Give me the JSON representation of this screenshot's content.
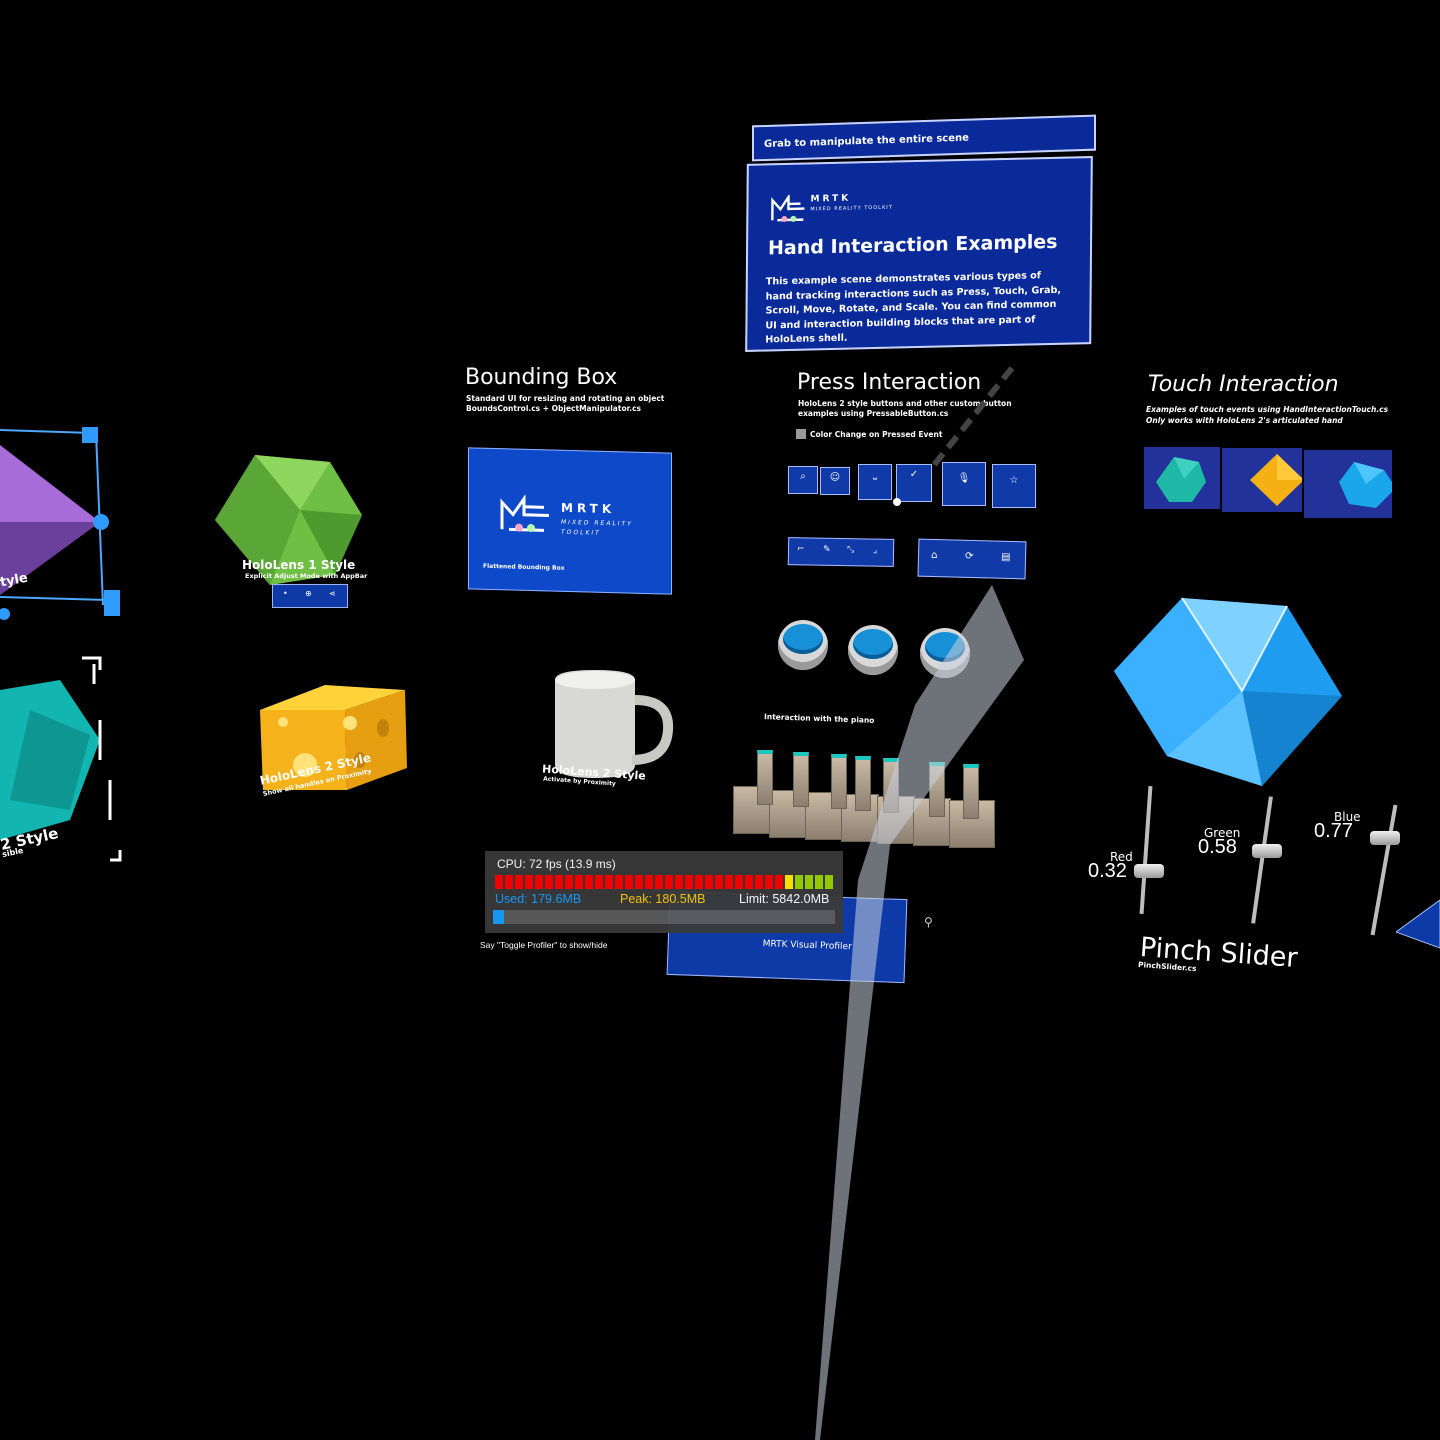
{
  "scene": {
    "grab_bar": "Grab to manipulate the entire scene",
    "intro": {
      "logo_word": "MRTK",
      "logo_sub": "MIXED REALITY TOOLKIT",
      "title": "Hand Interaction Examples",
      "body": "This example scene demonstrates various types of hand tracking interactions such as Press, Touch, Grab, Scroll, Move, Rotate, and Scale. You can find common UI and interaction building blocks that are part of HoloLens shell."
    },
    "bounding_box": {
      "title": "Bounding Box",
      "sub1": "Standard UI for resizing and rotating an object",
      "sub2": "BoundsControl.cs + ObjectManipulator.cs",
      "panel_word": "MRTK",
      "panel_sub1": "MIXED REALITY",
      "panel_sub2": "TOOLKIT",
      "panel_caption": "Flattened Bounding Box",
      "hl1_title": "HoloLens 1 Style",
      "hl1_sub": "Explicit Adjust Mode with AppBar",
      "hl2_title": "HoloLens 2 Style",
      "hl2_sub": "Show all handles on Proximity",
      "mug_title": "HoloLens 2 Style",
      "mug_sub": "Activate by Proximity",
      "left_style": "tyle",
      "left_style2": "2 Style",
      "left_sub2": "sible"
    },
    "press": {
      "title": "Press Interaction",
      "sub1": "HoloLens 2 style buttons and other custom button",
      "sub2": "examples using PressableButton.cs",
      "checkbox_label": "Color Change on Pressed Event",
      "piano_label": "Interaction with the piano"
    },
    "touch": {
      "title": "Touch Interaction",
      "sub1": "Examples of touch events using HandInteractionTouch.cs",
      "sub2": "Only works with HoloLens 2's articulated hand"
    },
    "pinch_slider": {
      "title": "Pinch Slider",
      "sub": "PinchSlider.cs",
      "red_label": "Red",
      "red_value": "0.32",
      "green_label": "Green",
      "green_value": "0.58",
      "blue_label": "Blue",
      "blue_value": "0.77",
      "red_level": 0.32,
      "green_level": 0.58,
      "blue_level": 0.77
    },
    "profiler": {
      "cpu": "CPU: 72 fps (13.9 ms)",
      "used": "Used: 179.6MB",
      "peak": "Peak: 180.5MB",
      "limit": "Limit: 5842.0MB",
      "hint": "Say \"Toggle Profiler\" to show/hide",
      "behind_label": "MRTK Visual Profiler",
      "memory_fraction": 0.031
    },
    "colors": {
      "panel_blue": "#0b2a99",
      "used": "#1aa0ff",
      "peak": "#ffcc00",
      "limit": "#ffffff"
    }
  }
}
